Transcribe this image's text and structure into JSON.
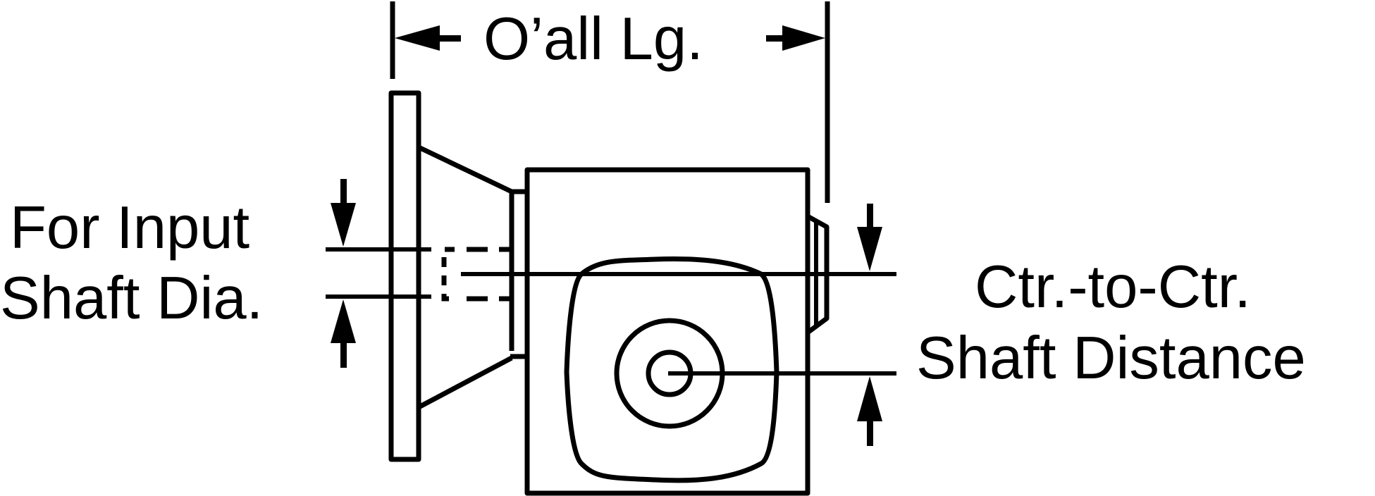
{
  "labels": {
    "overall_length": "O’all Lg.",
    "input_shaft_line1": "For Input",
    "input_shaft_line2": "Shaft Dia.",
    "center_distance_line1": "Ctr.-to-Ctr.",
    "center_distance_line2": "Shaft Distance"
  },
  "colors": {
    "ink": "#000000",
    "background": "#ffffff"
  }
}
